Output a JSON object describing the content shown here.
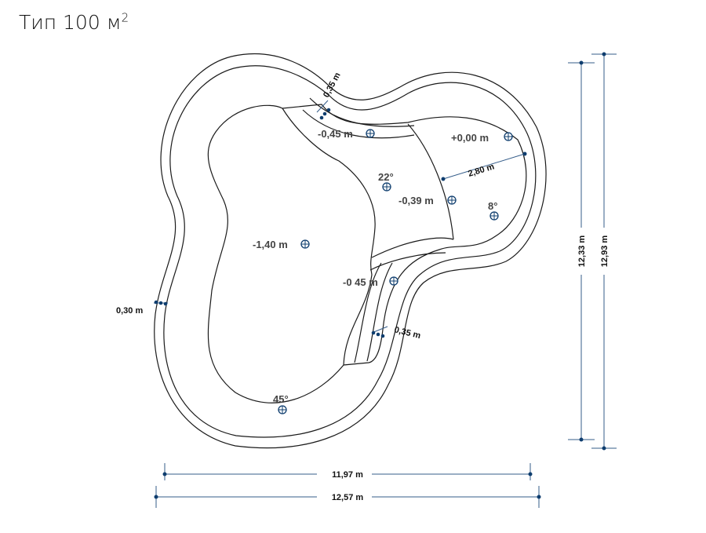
{
  "title": {
    "text": "Тип 100 м",
    "sup": "2"
  },
  "levels": {
    "entry_step": "-0,45 m",
    "shelf": "+0,00 m",
    "middle": "-0,39 m",
    "deep": "-1,40 m",
    "lower_step": "-0 45 m"
  },
  "angles": {
    "middle": "22°",
    "shelf": "8°",
    "deep": "45°"
  },
  "dimensions": {
    "top_wall": "0,35 m",
    "shelf_width": "2,80 m",
    "left_wall": "0,30 m",
    "right_wall": "0,35 m",
    "inner_width": "11,97 m",
    "outer_width": "12,57 m",
    "inner_height": "12,33 m",
    "outer_height": "12,93 m"
  },
  "colors": {
    "outline": "#1b1b1b",
    "dimension": "#355d8a",
    "marker": "#0e3d6e"
  }
}
